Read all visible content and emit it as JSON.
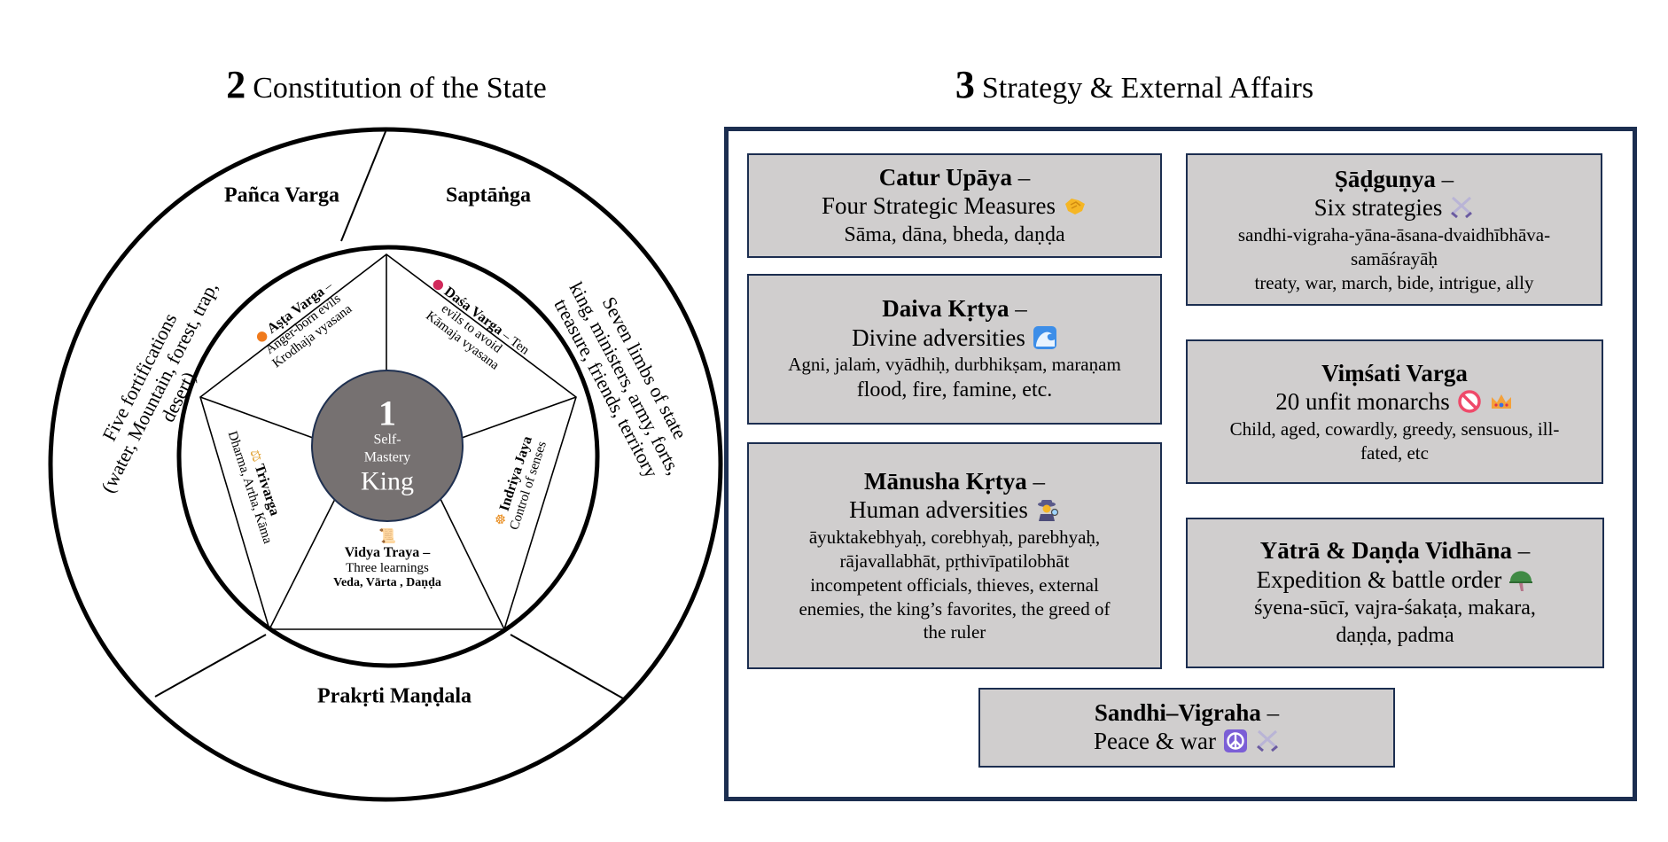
{
  "left_panel": {
    "title_number": "2",
    "title_text": "Constitution of the State",
    "ring_labels": {
      "panca_varga": "Pañca Varga",
      "saptanga": "Saptāṅga",
      "prakrti_mandala": "Prakṛti Maṇḍala"
    },
    "panca_varga_desc": [
      "Five fortifications",
      "(water, Mountain, forest, trap,",
      "desert)"
    ],
    "saptanga_desc": [
      "Seven limbs of state",
      "king, ministers, army, forts,",
      "treasure, friends, territory"
    ],
    "center": {
      "number": "1",
      "line1": "Self-",
      "line2": "Mastery",
      "line3": "King"
    },
    "segments": {
      "asta_varga": {
        "icon": "fire-icon",
        "title": "Aṣṭa Varga",
        "dash": " –",
        "line2": "Anger-born evils",
        "line3": "Krodhaja vyasana"
      },
      "dasa_varga": {
        "icon": "red-circle-icon",
        "title": "Daśa Varga",
        "dash": " – Ten",
        "line2": "evils to avoid",
        "line3": "Kāmaja vyasana"
      },
      "trivarga": {
        "icon": "scales-icon",
        "title": "Trivarga",
        "line2": "Dharma, Artha, Kāma"
      },
      "indriya_jaya": {
        "icon": "meditation-icon",
        "title": "Indriya Jaya",
        "line2": "Control of senses"
      },
      "vidya_traya": {
        "icon": "scroll-icon",
        "title": "Vidya Traya",
        "dash": " –",
        "line2": "Three learnings",
        "line3": "Veda, Vārta , Daṇḍa"
      }
    }
  },
  "right_panel": {
    "title_number": "3",
    "title_text": "Strategy & External Affairs",
    "border_color": "#1c2e50",
    "card_fill": "#d0cece",
    "cards": {
      "catur_upaya": {
        "title": "Catur Upāya",
        "dash": " –",
        "subtitle": "Four Strategic Measures",
        "icon": "handshake-icon",
        "details": [
          "Sāma, dāna, bheda, daṇḍa"
        ]
      },
      "sadgunya": {
        "title": "Ṣāḍguṇya",
        "dash": " –",
        "subtitle": "Six strategies",
        "icon": "crossed-swords-icon",
        "details": [
          "sandhi-vigraha-yāna-āsana-dvaidhībhāva-",
          "samāśrayāḥ",
          "treaty, war, march, bide, intrigue, ally"
        ]
      },
      "daiva_krtya": {
        "title": "Daiva Kṛtya",
        "dash": " –",
        "subtitle": "Divine adversities",
        "icon": "wave-icon",
        "details": [
          "Agni, jalaṁ, vyādhiḥ, durbhikṣam, maraṇam"
        ],
        "details2": [
          "flood, fire, famine, etc."
        ]
      },
      "vimsati_varga": {
        "title": "Viṃśati Varga",
        "dash": "",
        "subtitle": "20 unfit monarchs",
        "icons": [
          "prohibited-icon",
          "crown-icon"
        ],
        "details": [
          "Child, aged, cowardly, greedy, sensuous, ill-",
          "fated, etc"
        ]
      },
      "manusha_krtya": {
        "title": "Mānusha Kṛtya",
        "dash": " –",
        "subtitle": "Human adversities",
        "icon": "detective-icon",
        "details": [
          "āyuktakebhyaḥ, corebhyaḥ, parebhyaḥ,",
          "rājavallabhāt, pṛthivīpatilobhāt",
          "incompetent officials, thieves, external",
          "enemies, the king’s favorites,  the greed of",
          "the ruler"
        ]
      },
      "yatra_danda": {
        "title": "Yātrā & Daṇḍa Vidhāna",
        "dash": " –",
        "subtitle": "Expedition & battle order",
        "icon": "military-helmet-icon",
        "details": [
          "śyena-sūcī, vajra-śakaṭa, makara,",
          "daṇḍa, padma"
        ]
      },
      "sandhi_vigraha": {
        "title": "Sandhi–Vigraha",
        "dash": " –",
        "subtitle": "Peace & war",
        "icons": [
          "peace-symbol-icon",
          "crossed-swords-icon"
        ]
      }
    }
  }
}
